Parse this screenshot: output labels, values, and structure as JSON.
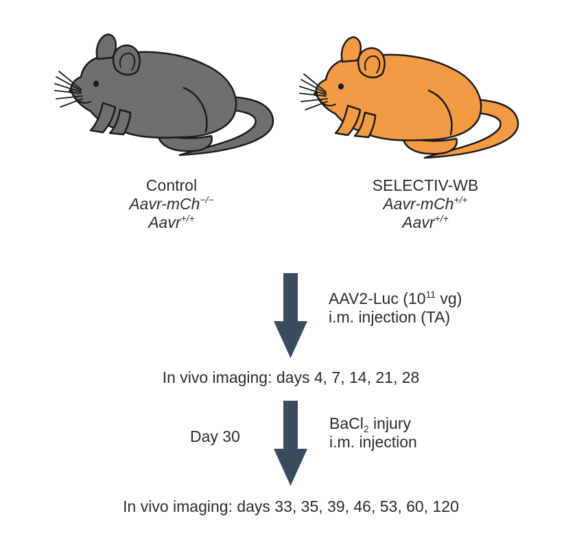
{
  "colors": {
    "control_mouse": "#6e6f71",
    "selectiv_mouse": "#f39a45",
    "arrow": "#3b4b5e",
    "text": "#2b2b2b"
  },
  "control": {
    "title": "Control",
    "gene1_base": "Aavr-mCh",
    "gene1_sup": "−/−",
    "gene2_base": "Aavr",
    "gene2_sup": "+/+"
  },
  "selectiv": {
    "title": "SELECTIV-WB",
    "gene1_base": "Aavr-mCh",
    "gene1_sup": "+/+",
    "gene2_base": "Aavr",
    "gene2_sup": "+/+"
  },
  "step1": {
    "treatment_pre": "AAV2-Luc (10",
    "treatment_sup": "11",
    "treatment_post": " vg)",
    "route": "i.m. injection (TA)",
    "imaging": "In vivo imaging: days 4, 7, 14, 21, 28"
  },
  "step2": {
    "day": "Day 30",
    "injury_pre": "BaCl",
    "injury_sub": "2",
    "injury_post": " injury",
    "route": "i.m. injection",
    "imaging": "In vivo imaging: days 33, 35, 39, 46, 53, 60, 120"
  }
}
